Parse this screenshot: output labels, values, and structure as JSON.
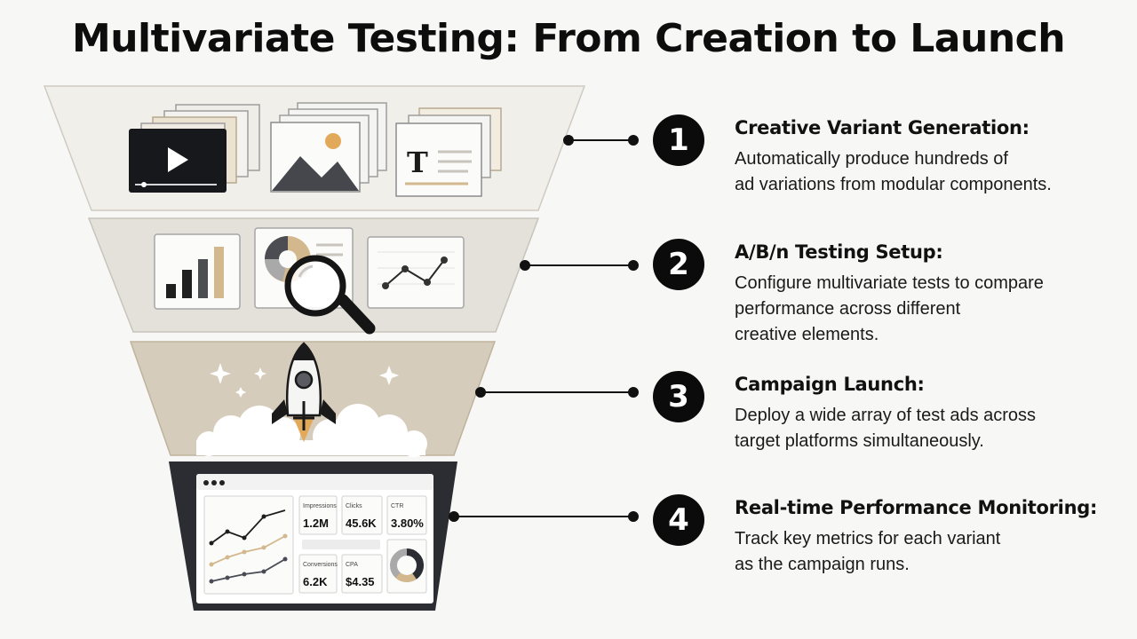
{
  "title": "Multivariate Testing: From Creation to Launch",
  "steps": [
    {
      "number": "1",
      "title": "Creative Variant Generation:",
      "lines": [
        "Automatically produce hundreds of",
        "ad variations from modular components."
      ]
    },
    {
      "number": "2",
      "title": "A/B/n Testing Setup:",
      "lines": [
        "Configure multivariate tests to compare",
        "performance across different",
        "creative elements."
      ]
    },
    {
      "number": "3",
      "title": "Campaign Launch:",
      "lines": [
        "Deploy a wide array of test ads across",
        "target platforms simultaneously."
      ]
    },
    {
      "number": "4",
      "title": "Real-time Performance Monitoring:",
      "lines": [
        "Track key metrics for each variant",
        "as the campaign runs."
      ]
    }
  ],
  "dashboard": {
    "metrics": [
      {
        "label": "Impressions",
        "value": "1.2M"
      },
      {
        "label": "Clicks",
        "value": "45.6K"
      },
      {
        "label": "CTR",
        "value": "3.80%"
      },
      {
        "label": "Conversions",
        "value": "6.2K"
      },
      {
        "label": "CPA",
        "value": "$4.35"
      }
    ]
  },
  "icons": {
    "text_glyph": "T"
  },
  "colors": {
    "tier1": "#f1efe9",
    "tier2": "#e4e1db",
    "tier3": "#d6ccbb",
    "tier4": "#2b2d33",
    "accent_tan": "#d3b88d",
    "accent_orange": "#e3a95a",
    "badge": "#0b0b0b"
  }
}
